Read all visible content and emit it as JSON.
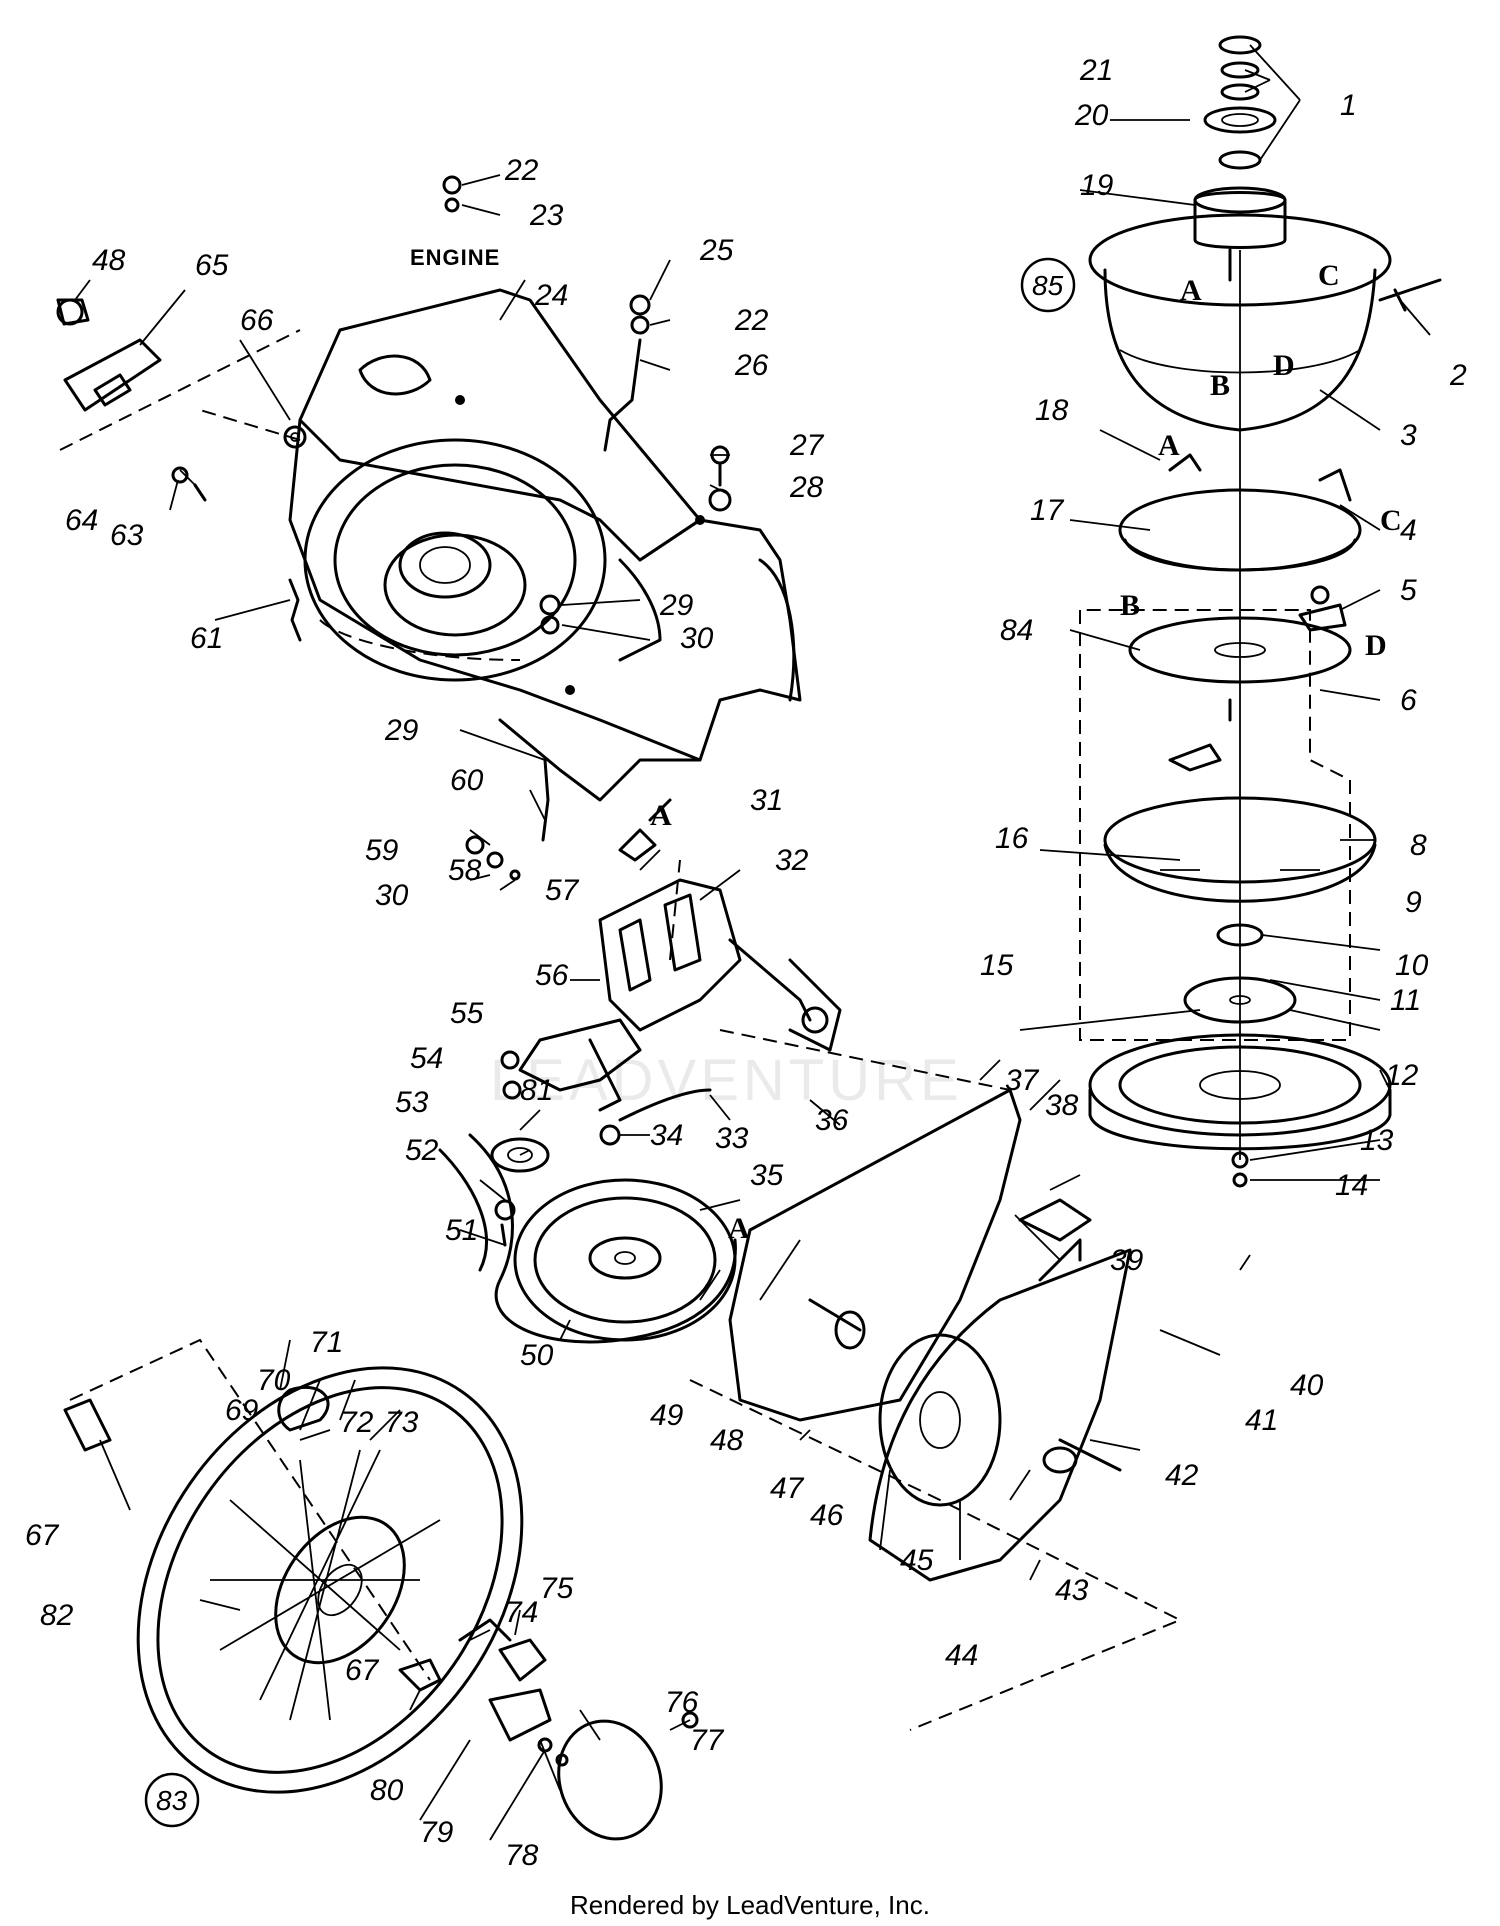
{
  "footer": {
    "credit": "Rendered by LeadVenture, Inc."
  },
  "watermark": "LEADVENTURE",
  "engine_label": "ENGINE",
  "circled_callouts": [
    "85",
    "83"
  ],
  "letter_callouts": [
    "A",
    "B",
    "C",
    "D"
  ],
  "part_callouts": [
    "1",
    "2",
    "3",
    "4",
    "5",
    "6",
    "8",
    "9",
    "10",
    "11",
    "12",
    "13",
    "14",
    "15",
    "16",
    "17",
    "18",
    "19",
    "20",
    "21",
    "22",
    "23",
    "24",
    "25",
    "26",
    "27",
    "28",
    "29",
    "30",
    "31",
    "32",
    "33",
    "34",
    "35",
    "36",
    "37",
    "38",
    "39",
    "40",
    "41",
    "42",
    "43",
    "44",
    "45",
    "46",
    "47",
    "48",
    "49",
    "50",
    "51",
    "52",
    "53",
    "54",
    "55",
    "56",
    "57",
    "58",
    "59",
    "60",
    "61",
    "63",
    "64",
    "65",
    "66",
    "67",
    "69",
    "70",
    "71",
    "72",
    "73",
    "74",
    "75",
    "76",
    "77",
    "78",
    "79",
    "80",
    "81",
    "82",
    "84"
  ]
}
